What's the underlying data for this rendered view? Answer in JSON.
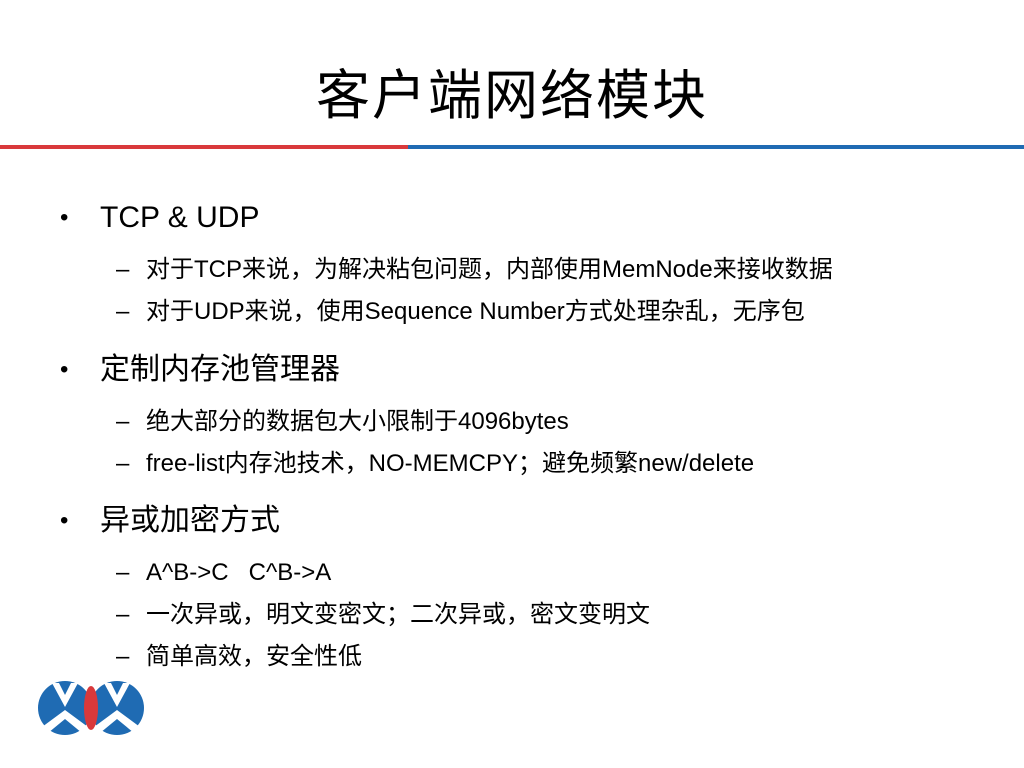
{
  "slide": {
    "title": "客户端网络模块",
    "colors": {
      "accent_red": "#d9393b",
      "accent_blue": "#1f6bb3",
      "text": "#000000",
      "background": "#ffffff"
    },
    "sections": [
      {
        "bullet_mark": "•",
        "heading": "TCP & UDP",
        "items": [
          {
            "mark": "–",
            "text": "对于TCP来说，为解决粘包问题，内部使用MemNode来接收数据"
          },
          {
            "mark": "–",
            "text": "对于UDP来说，使用Sequence Number方式处理杂乱，无序包"
          }
        ]
      },
      {
        "bullet_mark": "•",
        "heading": "定制内存池管理器",
        "items": [
          {
            "mark": "–",
            "text": "绝大部分的数据包大小限制于4096bytes"
          },
          {
            "mark": "–",
            "text": "free-list内存池技术，NO-MEMCPY；避免频繁new/delete"
          }
        ]
      },
      {
        "bullet_mark": "•",
        "heading": "异或加密方式",
        "items": [
          {
            "mark": "–",
            "text": "A^B->C   C^B->A"
          },
          {
            "mark": "–",
            "text": "一次异或，明文变密文；二次异或，密文变明文"
          },
          {
            "mark": "–",
            "text": "简单高效，安全性低"
          }
        ]
      }
    ],
    "logo": {
      "icon": "company-logo-icon",
      "blue": "#1f6bb3",
      "red": "#d9393b"
    }
  }
}
